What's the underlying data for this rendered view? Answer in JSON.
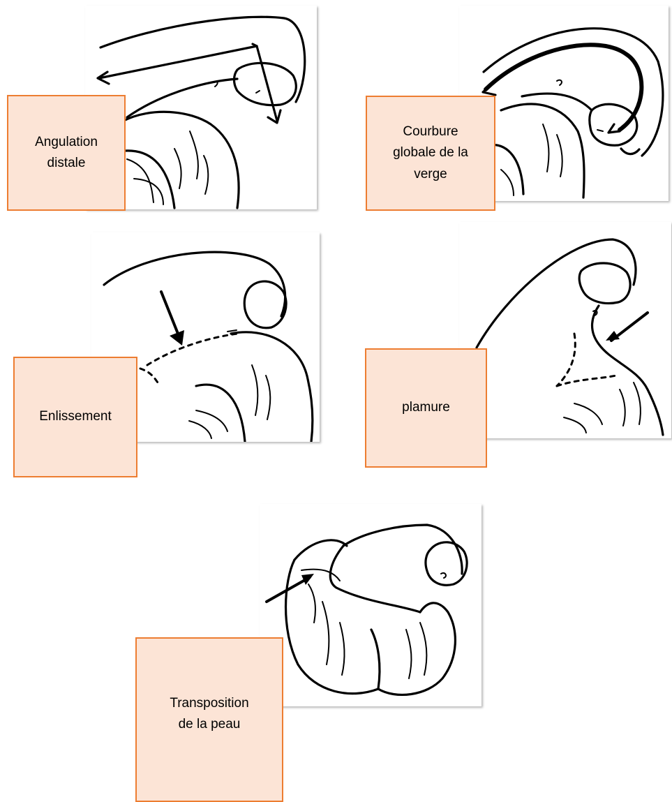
{
  "labels": {
    "angulation": "Angulation\ndistale",
    "courbure": "Courbure\nglobale de la\nverge",
    "enlissement": "Enlissement",
    "plamure": "plamure",
    "transposition": "Transposition\nde la peau"
  },
  "colors": {
    "label_fill": "#fce4d6",
    "label_border": "#ed7d31",
    "ink": "#000000"
  }
}
